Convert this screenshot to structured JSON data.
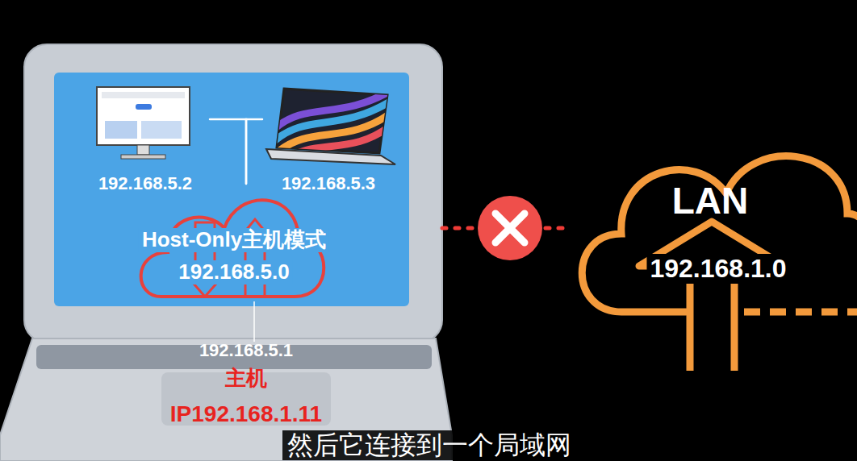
{
  "diagram": {
    "caption": "然后它连接到一个局域网",
    "nodes": [
      {
        "text": [
          "192.168.5.1",
          "主机",
          "IP192.168.1.11"
        ]
      },
      {
        "text": [
          "192.168.5.2"
        ],
        "in": 0
      },
      {
        "text": [
          "192.168.5.3"
        ],
        "in": 0
      },
      {
        "text": [
          "Host-Only主机模式",
          "192.168.5.0"
        ],
        "in": 0
      },
      {
        "text": [
          "LAN",
          "192.168.1.0"
        ]
      }
    ],
    "edges": [
      {
        "from": 1,
        "to": 3,
        "arrow": "none"
      },
      {
        "from": 2,
        "to": 3,
        "arrow": "none"
      },
      {
        "from": 0,
        "to": 4,
        "arrow": "none"
      }
    ]
  }
}
